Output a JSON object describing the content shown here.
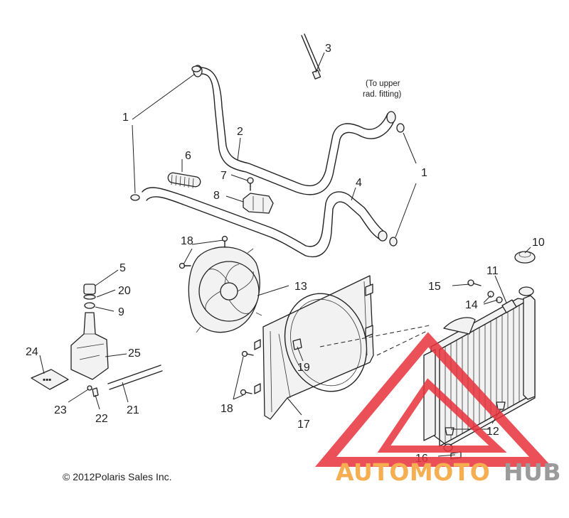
{
  "callouts": {
    "c1a": "1",
    "c1b": "1",
    "c2": "2",
    "c3": "3",
    "c4": "4",
    "c5": "5",
    "c6": "6",
    "c7": "7",
    "c8": "8",
    "c9": "9",
    "c10": "10",
    "c11": "11",
    "c12": "12",
    "c13": "13",
    "c14": "14",
    "c15": "15",
    "c16": "16",
    "c17": "17",
    "c18a": "18",
    "c18b": "18",
    "c19": "19",
    "c20": "20",
    "c21": "21",
    "c22": "22",
    "c23": "23",
    "c24": "24",
    "c25": "25"
  },
  "note": {
    "line1": "(To upper",
    "line2": "rad. fitting)"
  },
  "copyright": "© 2012Polaris Sales Inc.",
  "watermark": {
    "text_orange": "AUTOMOTO",
    "text_gray": "HUB",
    "color_red": "#e8323c",
    "color_orange": "#f5a033",
    "color_gray": "#8a8a8a"
  }
}
